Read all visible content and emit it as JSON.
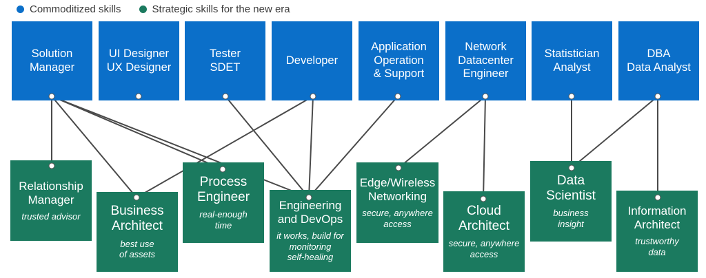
{
  "legend": {
    "commodity_label": "Commoditized skills",
    "commodity_color": "#0b6fc9",
    "strategic_label": "Strategic skills for the new era",
    "strategic_color": "#1b7a5f"
  },
  "commodity_roles": [
    {
      "name": "Solution\nManager"
    },
    {
      "name": "UI Designer\nUX Designer"
    },
    {
      "name": "Tester\nSDET"
    },
    {
      "name": "Developer"
    },
    {
      "name": "Application\nOperation\n& Support"
    },
    {
      "name": "Network\nDatacenter\nEngineer"
    },
    {
      "name": "Statistician\nAnalyst"
    },
    {
      "name": "DBA\nData Analyst"
    }
  ],
  "strategic_roles": [
    {
      "name": "Relationship\nManager",
      "tagline": "trusted advisor"
    },
    {
      "name": "Business\nArchitect",
      "tagline": "best use\nof assets"
    },
    {
      "name": "Process\nEngineer",
      "tagline": "real-enough\ntime"
    },
    {
      "name": "Engineering\nand DevOps",
      "tagline": "it works, build for\nmonitoring\nself-healing"
    },
    {
      "name": "Edge/Wireless\nNetworking",
      "tagline": "secure, anywhere\naccess"
    },
    {
      "name": "Cloud\nArchitect",
      "tagline": "secure, anywhere\naccess"
    },
    {
      "name": "Data\nScientist",
      "tagline": "business\ninsight"
    },
    {
      "name": "Information\nArchitect",
      "tagline": "trustworthy\ndata"
    }
  ],
  "connections": [
    {
      "from": "Solution Manager",
      "to": "Relationship Manager"
    },
    {
      "from": "Solution Manager",
      "to": "Business Architect"
    },
    {
      "from": "Solution Manager",
      "to": "Process Engineer"
    },
    {
      "from": "Solution Manager",
      "to": "Engineering and DevOps"
    },
    {
      "from": "Tester SDET",
      "to": "Engineering and DevOps"
    },
    {
      "from": "Developer",
      "to": "Business Architect"
    },
    {
      "from": "Developer",
      "to": "Engineering and DevOps"
    },
    {
      "from": "Application Operation & Support",
      "to": "Engineering and DevOps"
    },
    {
      "from": "Network Datacenter Engineer",
      "to": "Edge/Wireless Networking"
    },
    {
      "from": "Network Datacenter Engineer",
      "to": "Cloud Architect"
    },
    {
      "from": "Statistician Analyst",
      "to": "Data Scientist"
    },
    {
      "from": "DBA Data Analyst",
      "to": "Data Scientist"
    },
    {
      "from": "DBA Data Analyst",
      "to": "Information Architect"
    }
  ]
}
